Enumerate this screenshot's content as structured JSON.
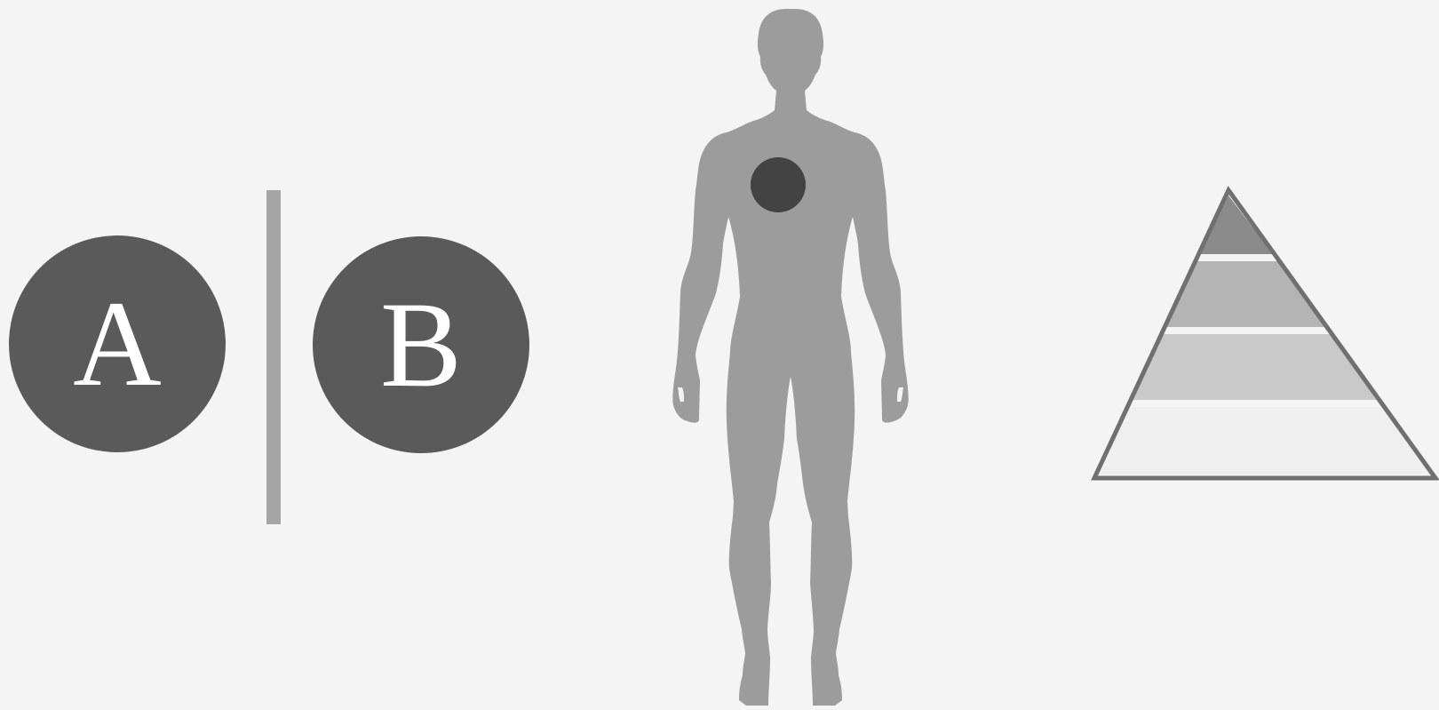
{
  "options": [
    {
      "id": "a",
      "letter": "A"
    },
    {
      "id": "b",
      "letter": "B"
    }
  ],
  "colors": {
    "background": "#f4f4f4",
    "option_circle": "#5a5a5a",
    "option_text": "#ffffff",
    "divider": "#a5a5a5",
    "body_silhouette": "#9c9c9c",
    "heart_marker": "#434343",
    "pyramid_outline": "#707070",
    "pyramid_levels": [
      "#8a8a8a",
      "#b3b4b3",
      "#c8c9c8",
      "#efefef"
    ],
    "pyramid_separator": "#ffffff"
  },
  "icons": {
    "figure": "human-body-silhouette-icon",
    "marker": "chest-marker-icon",
    "pyramid": "pyramid-levels-icon"
  },
  "pyramid": {
    "level_count": 4
  }
}
